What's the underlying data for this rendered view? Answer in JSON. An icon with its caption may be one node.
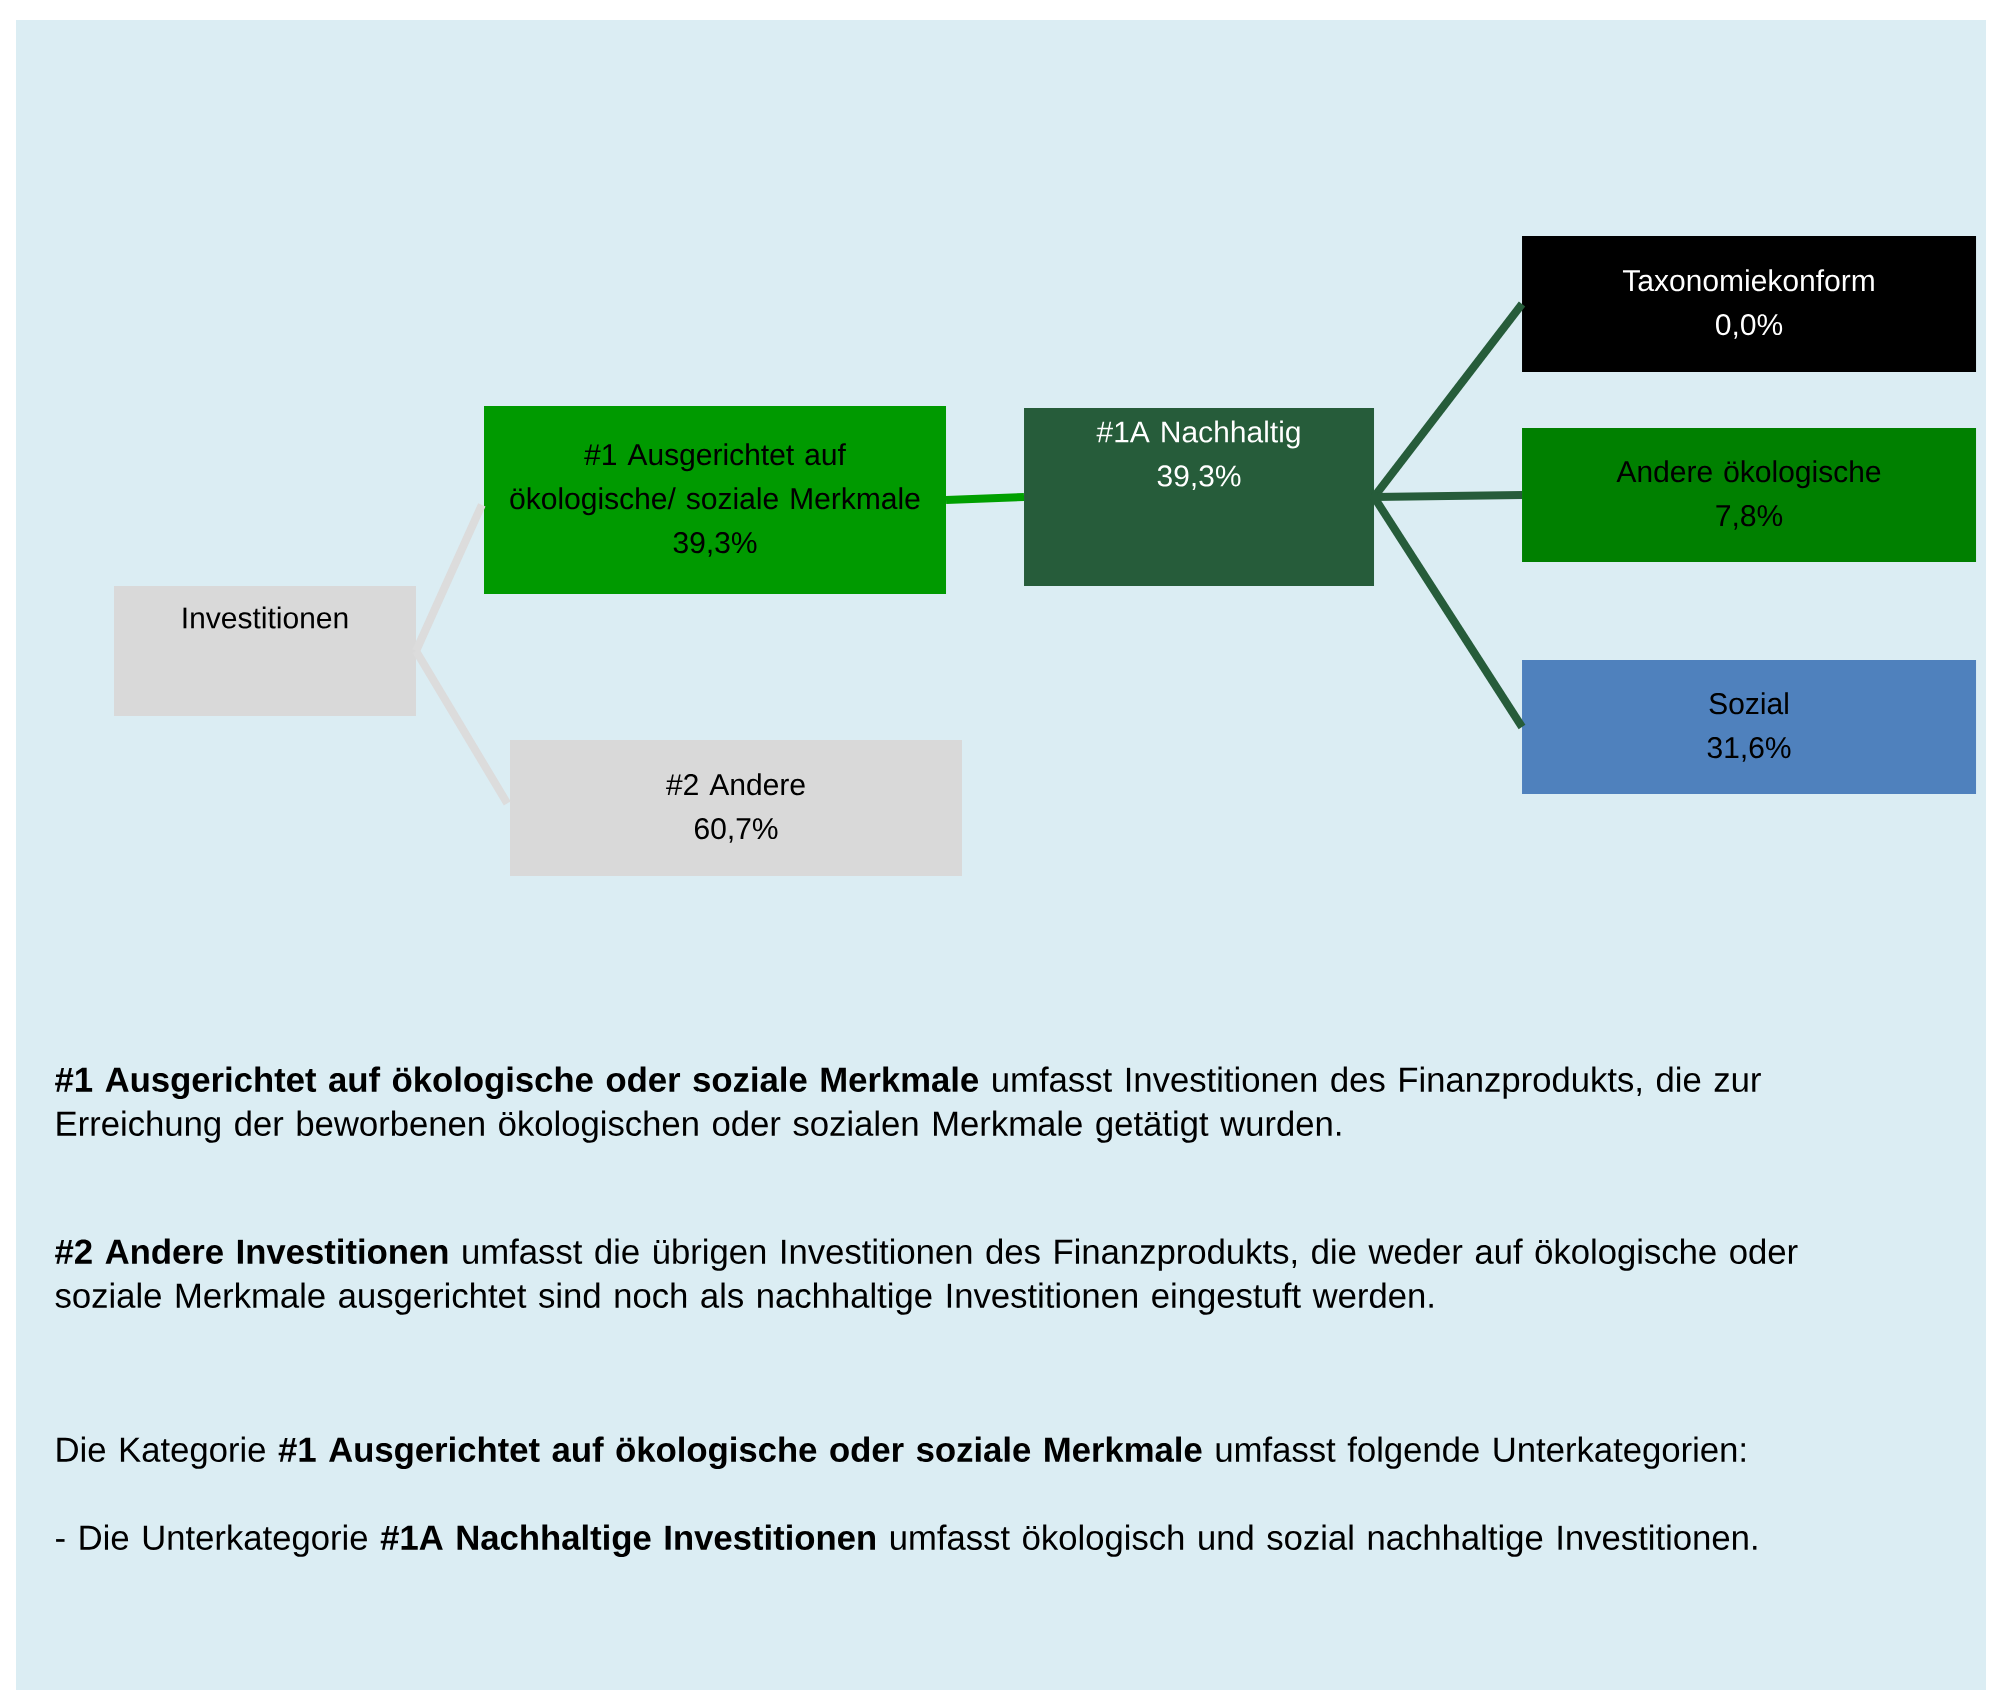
{
  "diagram": {
    "nodes": [
      {
        "text": [
          "Investitionen"
        ]
      },
      {
        "text": [
          "#1 Ausgerichtet auf ökologische/ soziale Merkmale",
          "39,3%"
        ]
      },
      {
        "text": [
          "#2 Andere",
          "60,7%"
        ]
      },
      {
        "text": [
          "#1A Nachhaltig",
          "39,3%"
        ]
      },
      {
        "text": [
          "Taxonomiekonform",
          "0,0%"
        ]
      },
      {
        "text": [
          "Andere ökologische",
          "7,8%"
        ]
      },
      {
        "text": [
          "Sozial",
          "31,6%"
        ]
      }
    ],
    "edges": [
      {
        "from": 0,
        "to": 1,
        "arrow": "none",
        "color": "#dcdcdc"
      },
      {
        "from": 0,
        "to": 2,
        "arrow": "none",
        "color": "#dcdcdc"
      },
      {
        "from": 1,
        "to": 3,
        "arrow": "none",
        "color": "#00a000"
      },
      {
        "from": 3,
        "to": 4,
        "arrow": "none"
      },
      {
        "from": 3,
        "to": 5,
        "arrow": "none"
      },
      {
        "from": 3,
        "to": 6,
        "arrow": "none"
      }
    ],
    "labels": [
      "**#1 Ausgerichtet auf ökologische oder soziale Merkmale** umfasst Investitionen des Finanzprodukts, die zur Erreichung der beworbenen ökologischen oder sozialen Merkmale getätigt wurden.",
      "**#2 Andere Investitionen** umfasst die übrigen Investitionen des Finanzprodukts, die weder auf ökologische oder soziale Merkmale ausgerichtet sind noch als nachhaltige Investitionen eingestuft werden.",
      "Die Kategorie **#1 Ausgerichtet auf ökologische oder soziale Merkmale** umfasst folgende Unterkategorien:",
      "- Die Unterkategorie **#1A Nachhaltige Investitionen** umfasst ökologisch und sozial nachhaltige Investitionen."
    ]
  }
}
